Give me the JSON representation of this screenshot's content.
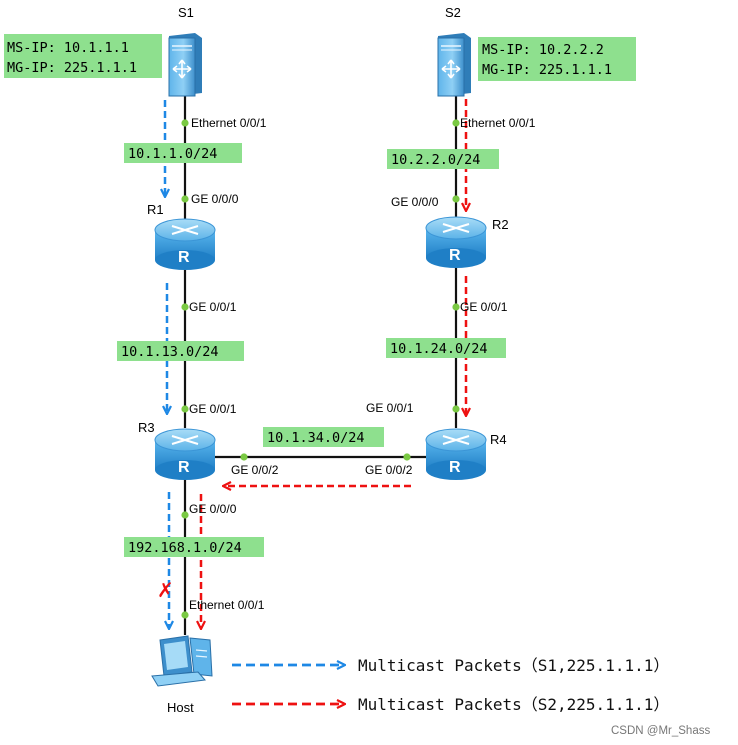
{
  "colors": {
    "blue_flow": "#1e88e5",
    "red_flow": "#ee1111",
    "subnet_bg": "#8ee08e",
    "port_dot": "#7ac943",
    "router_body": "#39a0e0"
  },
  "devices": {
    "s1": {
      "name": "S1",
      "icon": "server-icon"
    },
    "s2": {
      "name": "S2",
      "icon": "server-icon"
    },
    "r1": {
      "name": "R1",
      "icon": "router-icon"
    },
    "r2": {
      "name": "R2",
      "icon": "router-icon"
    },
    "r3": {
      "name": "R3",
      "icon": "router-icon"
    },
    "r4": {
      "name": "R4",
      "icon": "router-icon"
    },
    "host": {
      "name": "Host",
      "icon": "pc-icon"
    }
  },
  "source_info": {
    "s1": {
      "line1": "MS-IP: 10.1.1.1",
      "line2": "MG-IP: 225.1.1.1"
    },
    "s2": {
      "line1": "MS-IP: 10.2.2.2",
      "line2": "MG-IP: 225.1.1.1"
    }
  },
  "subnets": {
    "s1_r1": "10.1.1.0/24",
    "s2_r2": "10.2.2.0/24",
    "r1_r3": "10.1.13.0/24",
    "r2_r4": "10.1.24.0/24",
    "r3_r4": "10.1.34.0/24",
    "r3_host": "192.168.1.0/24"
  },
  "ports": {
    "s1_eth": "Ethernet 0/0/1",
    "r1_ge000": "GE 0/0/0",
    "r1_ge001": "GE 0/0/1",
    "r3_ge001": "GE 0/0/1",
    "r3_ge002": "GE 0/0/2",
    "r3_ge000": "GE 0/0/0",
    "host_eth": "Ethernet 0/0/1",
    "s2_eth": "Ethernet 0/0/1",
    "r2_ge000": "GE 0/0/0",
    "r2_ge001": "GE 0/0/1",
    "r4_ge001": "GE 0/0/1",
    "r4_ge002": "GE 0/0/2"
  },
  "blocked_mark": "✗",
  "legend": {
    "blue_label": "Multicast Packets（S1,225.1.1.1）",
    "red_label": "Multicast Packets（S2,225.1.1.1）"
  },
  "watermark": "CSDN @Mr_Shass"
}
